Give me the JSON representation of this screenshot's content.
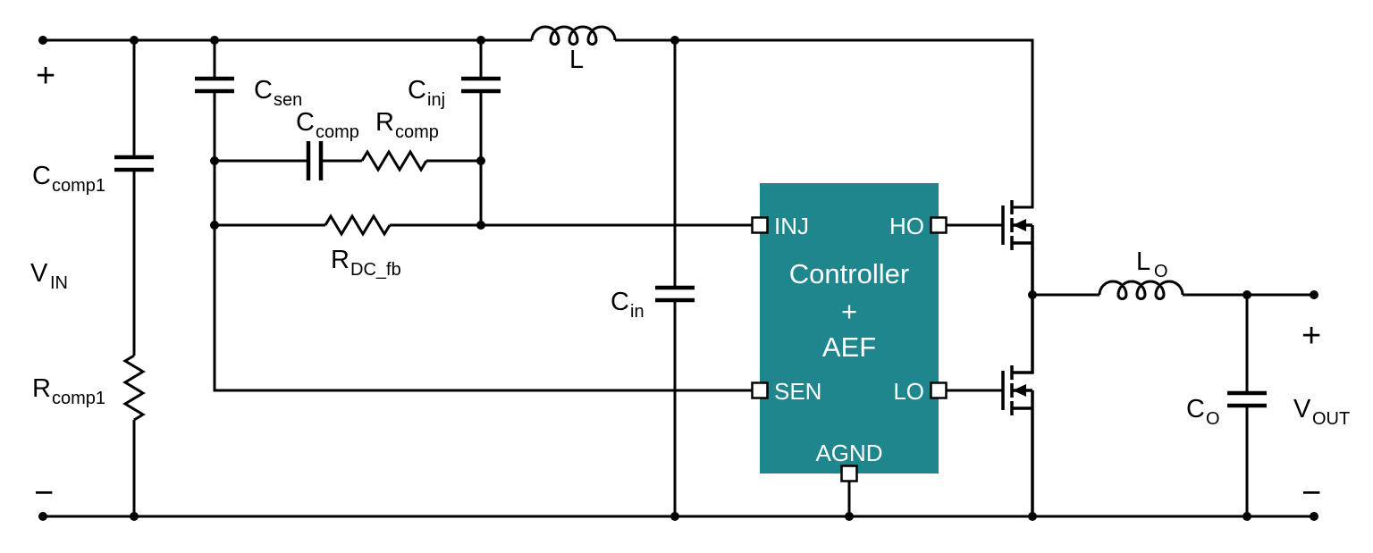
{
  "colors": {
    "background": "#ffffff",
    "wire": "#000000",
    "label_text": "#000000",
    "controller_fill": "#1f868d",
    "controller_text": "#ffffff",
    "pin_fill": "#ffffff"
  },
  "input": {
    "plus": "+",
    "minus": "−",
    "v_in": {
      "main": "V",
      "sub": "IN"
    },
    "c_comp1": {
      "main": "C",
      "sub": "comp1"
    },
    "r_comp1": {
      "main": "R",
      "sub": "comp1"
    }
  },
  "aef": {
    "c_sen": {
      "main": "C",
      "sub": "sen"
    },
    "c_comp": {
      "main": "C",
      "sub": "comp"
    },
    "r_comp": {
      "main": "R",
      "sub": "comp"
    },
    "c_inj": {
      "main": "C",
      "sub": "inj"
    },
    "r_dc_fb": {
      "main": "R",
      "sub": "DC_fb"
    }
  },
  "filter": {
    "l": "L",
    "c_in": {
      "main": "C",
      "sub": "in"
    }
  },
  "controller": {
    "title": [
      "Controller",
      "+",
      "AEF"
    ],
    "pins": {
      "inj": "INJ",
      "ho": "HO",
      "sen": "SEN",
      "lo": "LO",
      "agnd": "AGND"
    }
  },
  "output": {
    "l_o": {
      "main": "L",
      "sub": "O"
    },
    "c_o": {
      "main": "C",
      "sub": "O"
    },
    "v_out": {
      "main": "V",
      "sub": "OUT"
    },
    "plus": "+",
    "minus": "−"
  }
}
